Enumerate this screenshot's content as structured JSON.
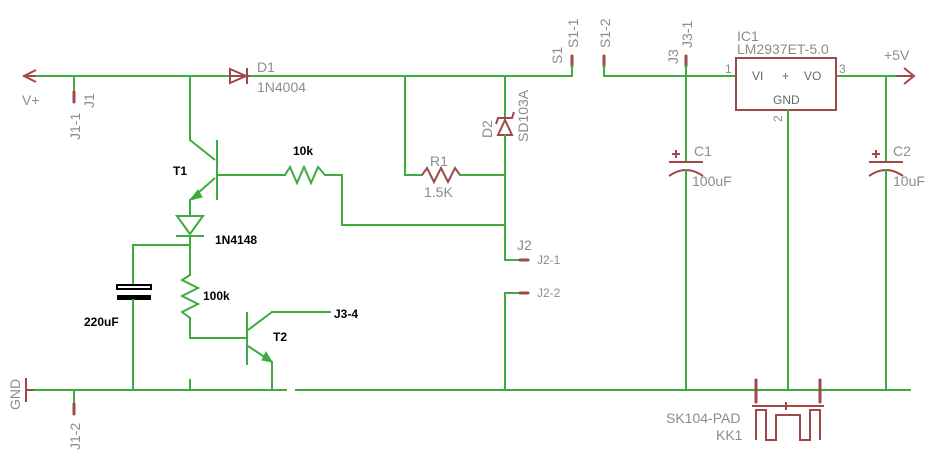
{
  "colors": {
    "wire": "#3dab3d",
    "symbol": "#a04848",
    "label": "#8c8c8c",
    "text_dark": "#000000"
  },
  "labels": {
    "vplus": "V+",
    "j1": "J1",
    "j1_1": "J1-1",
    "j1_2": "J1-2",
    "gnd": "GND",
    "d1": "D1",
    "d1_value": "1N4004",
    "t1": "T1",
    "t1_res": "10k",
    "d3_value": "1N4148",
    "cap_220": "220uF",
    "res_100k": "100k",
    "t2": "T2",
    "j3_4": "J3-4",
    "r1": "R1",
    "r1_value": "1.5K",
    "d2": "D2",
    "d2_value": "SD103A",
    "j2": "J2",
    "j2_1": "J2-1",
    "j2_2": "J2-2",
    "s1": "S1",
    "s1_1": "S1-1",
    "s1_2": "S1-2",
    "j3": "J3",
    "j3_1": "J3-1",
    "ic1": "IC1",
    "ic1_value": "LM2937ET-5.0",
    "ic_vi": "VI",
    "ic_plus": "+",
    "ic_vo": "VO",
    "ic_gnd": "GND",
    "ic_pin1": "1",
    "ic_pin2": "2",
    "ic_pin3": "3",
    "c1": "C1",
    "c1_value": "100uF",
    "c2": "C2",
    "c2_value": "10uF",
    "vout": "+5V",
    "heatsink": "SK104-PAD",
    "kk1": "KK1"
  }
}
